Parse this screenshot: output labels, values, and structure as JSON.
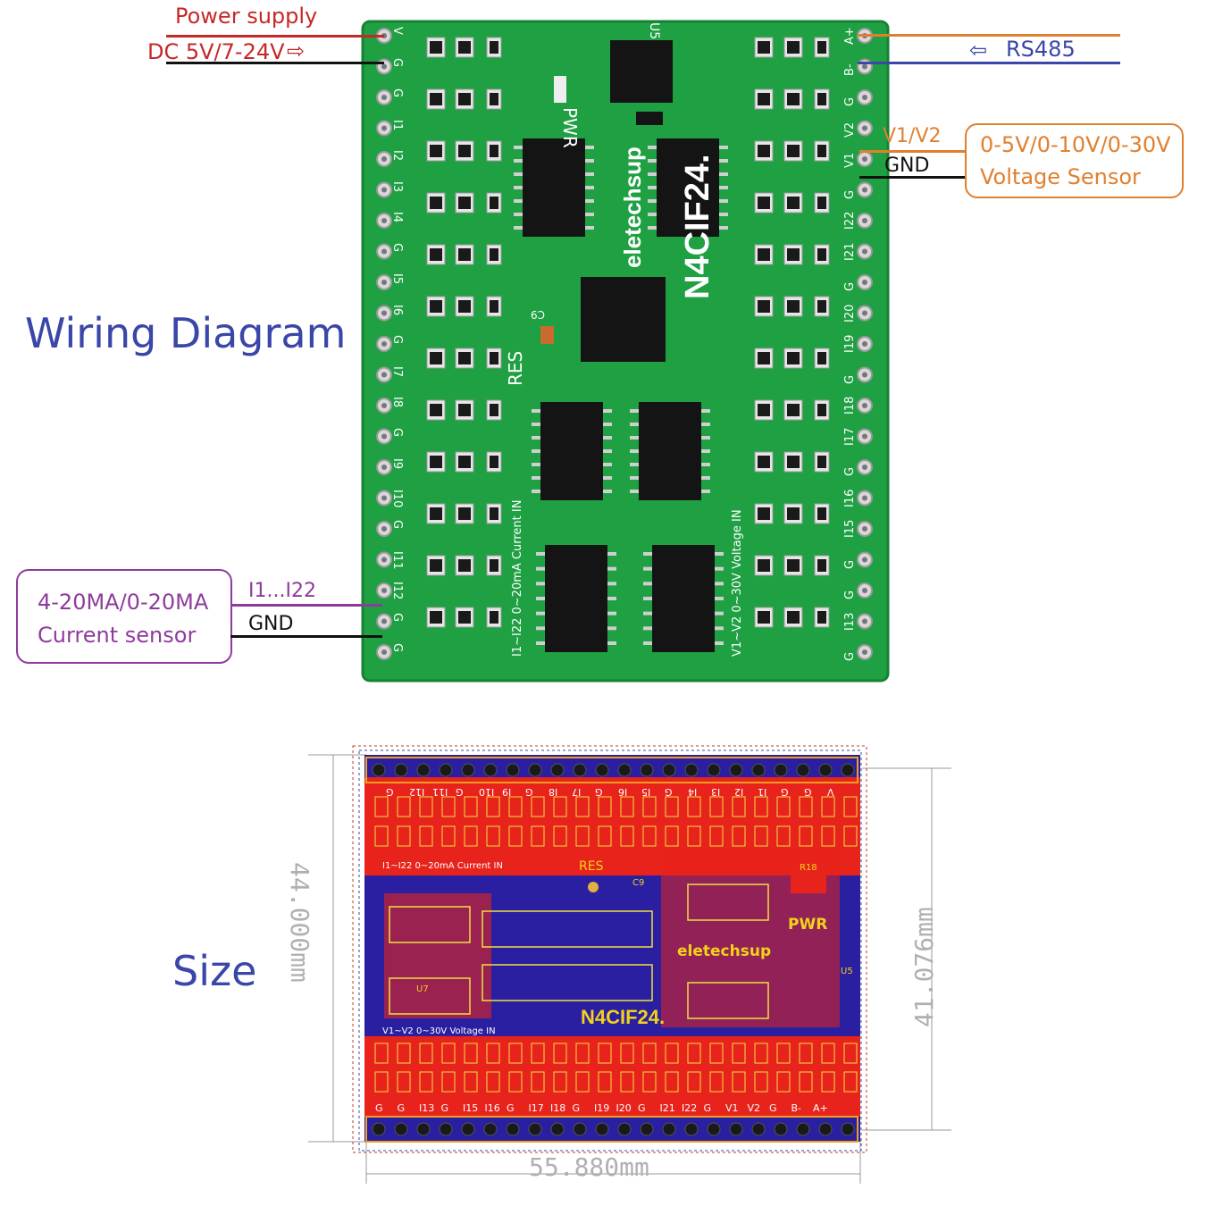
{
  "wiring": {
    "title": "Wiring Diagram",
    "power": {
      "line1": "Power supply",
      "line2": "DC 5V/7-24V"
    },
    "rs485": "RS485",
    "voltage": {
      "pins": "V1/V2",
      "gnd": "GND",
      "box_line1": "0-5V/0-10V/0-30V",
      "box_line2": "Voltage Sensor"
    },
    "current": {
      "pins": "I1...I22",
      "gnd": "GND",
      "box_line1": "4-20MA/0-20MA",
      "box_line2": "Current sensor"
    },
    "board": {
      "model": "N4CIF24.",
      "brand": "eletechsup",
      "pwr": "PWR",
      "res": "RES",
      "u5": "U5",
      "c9": "C9",
      "left_pins": [
        "V",
        "G",
        "G",
        "I1",
        "I2",
        "I3",
        "I4",
        "G",
        "I5",
        "I6",
        "G",
        "I7",
        "I8",
        "G",
        "I9",
        "I10",
        "G",
        "I11",
        "I12",
        "G",
        "G"
      ],
      "right_pins": [
        "A+",
        "B-",
        "G",
        "V2",
        "V1",
        "G",
        "I22",
        "I21",
        "G",
        "I20",
        "I19",
        "G",
        "I18",
        "I17",
        "G",
        "I16",
        "I15",
        "G",
        "G",
        "I13",
        "G"
      ],
      "silk_left": "I1~I22  0~20mA Current IN",
      "silk_right": "V1~V2  0~30V  Voltage IN"
    },
    "colors": {
      "power_line": "#c62828",
      "rs485_a": "#e0802e",
      "rs485_b": "#3a46a8",
      "voltage": "#e0802e",
      "current": "#8e3c9c",
      "pcb": "#1fa043"
    }
  },
  "size": {
    "title": "Size",
    "height_dim": "44.000mm",
    "inner_height_dim": "41.076mm",
    "width_dim": "55.880mm",
    "board": {
      "model": "N4CIF24.",
      "brand": "eletechsup",
      "pwr": "PWR",
      "res": "RES",
      "c9": "C9",
      "u7": "U7",
      "u5": "U5",
      "r18": "R18",
      "silk_top": "I1~I22  0~20mA Current IN",
      "silk_bottom": "V1~V2  0~30V  Voltage IN",
      "top_pins": [
        "G",
        "I12",
        "I11",
        "G",
        "I10",
        "I9",
        "G",
        "I8",
        "I7",
        "G",
        "I6",
        "I5",
        "G",
        "I4",
        "I3",
        "I2",
        "I1",
        "G",
        "G",
        "V"
      ],
      "bottom_pins": [
        "G",
        "G",
        "I13",
        "G",
        "I15",
        "I16",
        "G",
        "I17",
        "I18",
        "G",
        "I19",
        "I20",
        "G",
        "I21",
        "I22",
        "G",
        "V1",
        "V2",
        "G",
        "B-",
        "A+"
      ]
    }
  }
}
